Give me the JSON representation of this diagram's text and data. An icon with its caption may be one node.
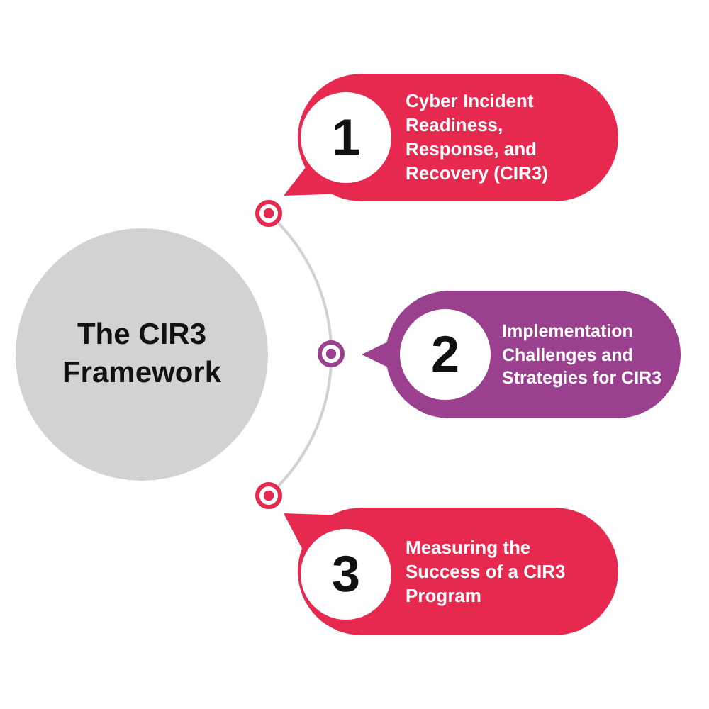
{
  "diagram": {
    "nodes": [
      {
        "text": [
          "The CIR3 Framework"
        ]
      },
      {
        "text": [],
        "shape": "circle"
      },
      {
        "text": [
          "Cyber Incident Readiness, Response, and Recovery (CIR3)"
        ]
      },
      {
        "text": [
          "1"
        ],
        "in": 2
      },
      {
        "text": [],
        "shape": "circle"
      },
      {
        "text": [
          "Implementation Challenges and Strategies for CIR3"
        ]
      },
      {
        "text": [
          "2"
        ],
        "in": 5
      },
      {
        "text": [],
        "shape": "circle"
      },
      {
        "text": [
          "Measuring the Success of a CIR3 Program"
        ]
      },
      {
        "text": [
          "3"
        ],
        "in": 8
      }
    ],
    "edges": [
      {
        "from": 1,
        "to": 4,
        "arrow": "none"
      },
      {
        "from": 4,
        "to": 7,
        "arrow": "none"
      }
    ]
  }
}
